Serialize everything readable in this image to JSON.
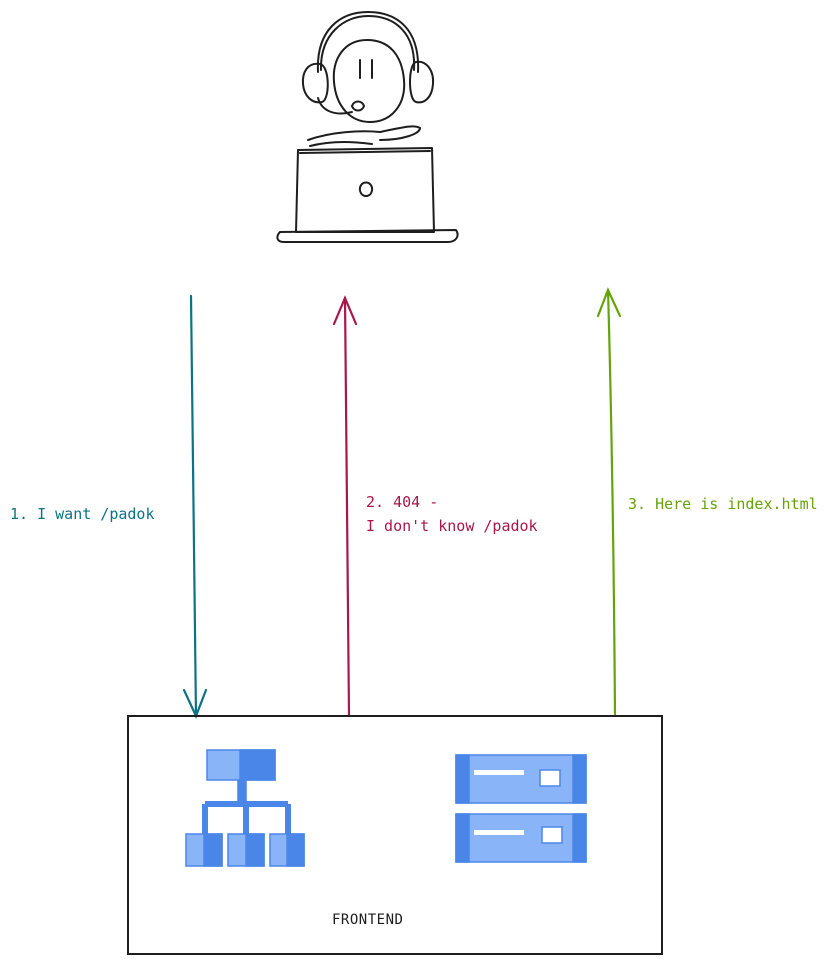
{
  "colors": {
    "request": "#0c7385",
    "error": "#a8174b",
    "success": "#66a30a",
    "ink": "#1e1e1e",
    "icon_dark": "#4a86e8",
    "icon_light": "#8ab4f8"
  },
  "actors": {
    "user": {
      "icon": "person-with-headset-at-laptop-icon"
    },
    "frontend": {
      "label": "FRONTEND",
      "icons": [
        "load-balancer-hierarchy-icon",
        "server-rack-icon"
      ]
    }
  },
  "arrows": [
    {
      "step_label": "1. I want /padok",
      "direction": "down"
    },
    {
      "step_label_line1": "2. 404 -",
      "step_label_line2": "I don't know /padok",
      "direction": "up"
    },
    {
      "step_label": "3. Here is index.html",
      "direction": "up"
    }
  ]
}
